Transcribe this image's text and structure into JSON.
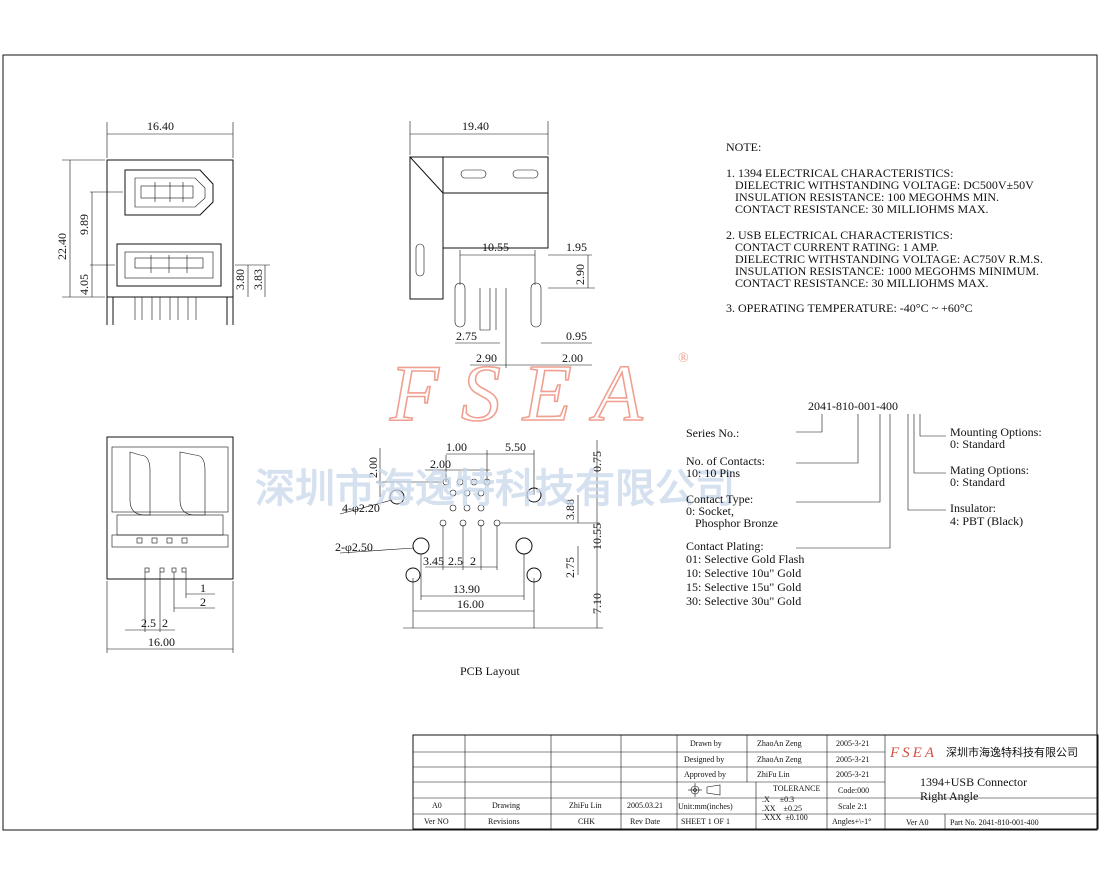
{
  "watermark": {
    "logo": "FSEA",
    "registered": "®",
    "company_cn": "深圳市海逸特科技有限公司"
  },
  "dims": {
    "front_width": "16.40",
    "front_height": "22.40",
    "front_h1394": "9.89",
    "front_husb": "4.05",
    "front_380": "3.80",
    "front_383": "3.83",
    "side_width": "19.40",
    "side_1055": "10.55",
    "side_195": "1.95",
    "side_290v": "2.90",
    "side_275": "2.75",
    "side_095": "0.95",
    "side_290": "2.90",
    "side_200": "2.00",
    "bottom_1": "1",
    "bottom_2": "2",
    "bottom_25": "2.5",
    "bottom_2b": "2",
    "bottom_width": "16.00",
    "pcb_100": "1.00",
    "pcb_550": "5.50",
    "pcb_075": "0.75",
    "pcb_200v": "2.00",
    "pcb_200": "2.00",
    "pcb_hole4": "4-φ2.20",
    "pcb_388": "3.88",
    "pcb_hole2": "2-φ2.50",
    "pcb_1055": "10.55",
    "pcb_345": "3.45",
    "pcb_25": "2.5",
    "pcb_2": "2",
    "pcb_275": "2.75",
    "pcb_1390": "13.90",
    "pcb_1600": "16.00",
    "pcb_710": "7.10"
  },
  "pcb_caption": "PCB Layout",
  "notes": {
    "title": "NOTE:",
    "lines": [
      "1. 1394 ELECTRICAL CHARACTERISTICS:",
      "   DIELECTRIC WITHSTANDING VOLTAGE: DC500V±50V",
      "   INSULATION RESISTANCE: 100 MEGOHMS MIN.",
      "   CONTACT RESISTANCE: 30 MILLIOHMS MAX.",
      "2. USB ELECTRICAL CHARACTERISTICS:",
      "   CONTACT CURRENT RATING: 1 AMP.",
      "   DIELECTRIC WITHSTANDING VOLTAGE: AC750V R.M.S.",
      "   INSULATION RESISTANCE: 1000 MEGOHMS MINIMUM.",
      "   CONTACT RESISTANCE: 30 MILLIOHMS MAX.",
      "3. OPERATING TEMPERATURE: -40°C ~ +60°C"
    ]
  },
  "part_number": "2041-810-001-400",
  "ordering": {
    "series": "Series No.:",
    "contacts": [
      "No. of Contacts:",
      "10: 10 Pins"
    ],
    "contact_type": [
      "Contact Type:",
      "0: Socket,",
      "   Phosphor Bronze"
    ],
    "plating": [
      "Contact Plating:",
      "01: Selective Gold Flash",
      "10: Selective 10u\" Gold",
      "15: Selective 15u\" Gold",
      "30: Selective 30u\" Gold"
    ],
    "mounting": [
      "Mounting Options:",
      "0: Standard"
    ],
    "mating": [
      "Mating Options:",
      "0: Standard"
    ],
    "insulator": [
      "Insulator:",
      "4: PBT (Black)"
    ]
  },
  "title_block": {
    "rev_row": [
      "A0",
      "Drawing",
      "ZhiFu Lin",
      "2005.03.21"
    ],
    "header_row": [
      "Ver NO",
      "Revisions",
      "CHK",
      "Rev Date"
    ],
    "drawn_by": "Drawn  by",
    "drawn_name": "ZhaoAn Zeng",
    "drawn_date": "2005-3-21",
    "designed_by": "Designed by",
    "designed_name": "ZhaoAn Zeng",
    "designed_date": "2005-3-21",
    "approved_by": "Approved by",
    "approved_name": "ZhiFu Lin",
    "approved_date": "2005-3-21",
    "tolerance": "TOLERANCE",
    "code": "Code:000",
    "units": "Unit:mm(inches)",
    "tol_x": ".X     ±0.3",
    "tol_xx": ".XX    ±0.25",
    "tol_xxx": ".XXX  ±0.100",
    "scale": "Scale 2:1",
    "sheet": "SHEET 1 OF 1",
    "angles": "Angles+\\-1°",
    "company_logo": "FSEA",
    "company_cn": "深圳市海逸特科技有限公司",
    "title1": "1394+USB Connector",
    "title2": "Right Angle",
    "ver": "Ver A0",
    "part_no": "Part No. 2041-810-001-400"
  }
}
